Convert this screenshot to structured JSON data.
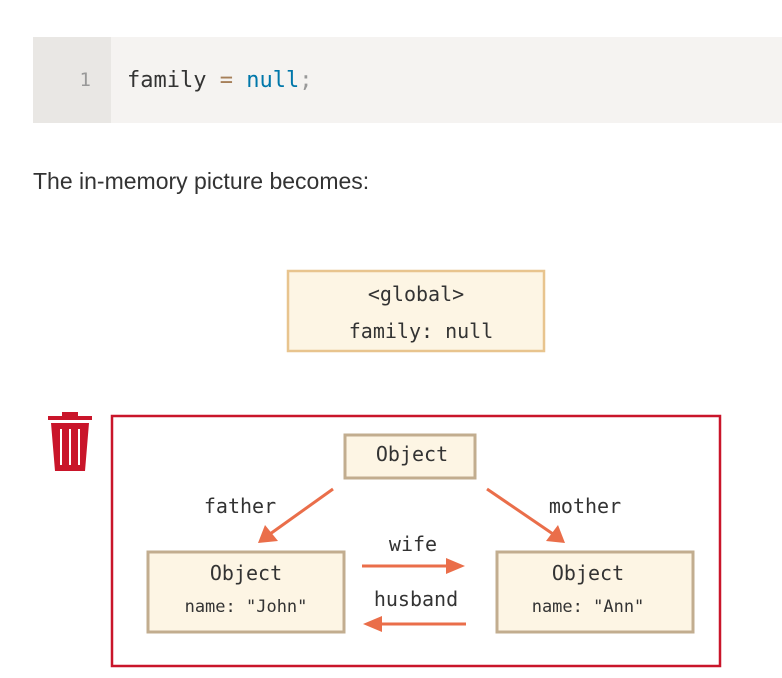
{
  "code": {
    "line_number": "1",
    "tokens": {
      "ident": "family",
      "op": " = ",
      "kw": "null",
      "punc": ";"
    }
  },
  "paragraph": "The in-memory picture becomes:",
  "diagram": {
    "global_title": "<global>",
    "global_field": "family: null",
    "center_object": "Object",
    "left_object": {
      "title": "Object",
      "field": "name: \"John\""
    },
    "right_object": {
      "title": "Object",
      "field": "name: \"Ann\""
    },
    "edge_labels": {
      "father": "father",
      "mother": "mother",
      "wife": "wife",
      "husband": "husband"
    },
    "colors": {
      "arrow": "#ea6e4a",
      "unreachable_border": "#c9152a",
      "trash": "#c9152a"
    },
    "icons": [
      "trash-icon"
    ]
  }
}
